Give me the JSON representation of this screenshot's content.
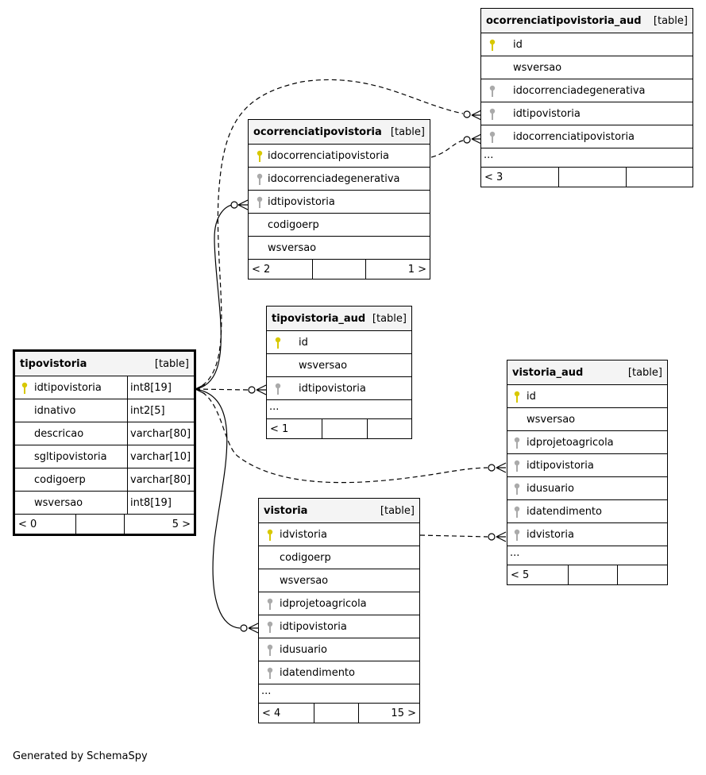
{
  "footer": "Generated by SchemaSpy",
  "tables": {
    "tipovistoria": {
      "name": "tipovistoria",
      "type": "[table]",
      "columns": [
        {
          "name": "idtipovistoria",
          "dtype": "int8[19]",
          "key": "pk"
        },
        {
          "name": "idnativo",
          "dtype": "int2[5]",
          "key": ""
        },
        {
          "name": "descricao",
          "dtype": "varchar[80]",
          "key": ""
        },
        {
          "name": "sgltipovistoria",
          "dtype": "varchar[10]",
          "key": ""
        },
        {
          "name": "codigoerp",
          "dtype": "varchar[80]",
          "key": ""
        },
        {
          "name": "wsversao",
          "dtype": "int8[19]",
          "key": ""
        }
      ],
      "footer": {
        "left": "< 0",
        "mid": "",
        "right": "5 >"
      }
    },
    "ocorrenciatipovistoria": {
      "name": "ocorrenciatipovistoria",
      "type": "[table]",
      "columns": [
        {
          "name": "idocorrenciatipovistoria",
          "key": "pk"
        },
        {
          "name": "idocorrenciadegenerativa",
          "key": "fk"
        },
        {
          "name": "idtipovistoria",
          "key": "fk"
        },
        {
          "name": "codigoerp",
          "key": ""
        },
        {
          "name": "wsversao",
          "key": ""
        }
      ],
      "footer": {
        "left": "< 2",
        "mid": "",
        "right": "1 >"
      }
    },
    "ocorrenciatipovistoria_aud": {
      "name": "ocorrenciatipovistoria_aud",
      "type": "[table]",
      "columns": [
        {
          "name": "id",
          "key": "pk"
        },
        {
          "name": "wsversao",
          "key": ""
        },
        {
          "name": "idocorrenciadegenerativa",
          "key": "fk"
        },
        {
          "name": "idtipovistoria",
          "key": "fk"
        },
        {
          "name": "idocorrenciatipovistoria",
          "key": "fk"
        }
      ],
      "more": "...",
      "footer": {
        "left": "< 3",
        "mid": "",
        "right": ""
      }
    },
    "tipovistoria_aud": {
      "name": "tipovistoria_aud",
      "type": "[table]",
      "columns": [
        {
          "name": "id",
          "key": "pk"
        },
        {
          "name": "wsversao",
          "key": ""
        },
        {
          "name": "idtipovistoria",
          "key": "fk"
        }
      ],
      "more": "...",
      "footer": {
        "left": "< 1",
        "mid": "",
        "right": ""
      }
    },
    "vistoria_aud": {
      "name": "vistoria_aud",
      "type": "[table]",
      "columns": [
        {
          "name": "id",
          "key": "pk"
        },
        {
          "name": "wsversao",
          "key": ""
        },
        {
          "name": "idprojetoagricola",
          "key": "fk"
        },
        {
          "name": "idtipovistoria",
          "key": "fk"
        },
        {
          "name": "idusuario",
          "key": "fk"
        },
        {
          "name": "idatendimento",
          "key": "fk"
        },
        {
          "name": "idvistoria",
          "key": "fk"
        }
      ],
      "more": "...",
      "footer": {
        "left": "< 5",
        "mid": "",
        "right": ""
      }
    },
    "vistoria": {
      "name": "vistoria",
      "type": "[table]",
      "columns": [
        {
          "name": "idvistoria",
          "key": "pk"
        },
        {
          "name": "codigoerp",
          "key": ""
        },
        {
          "name": "wsversao",
          "key": ""
        },
        {
          "name": "idprojetoagricola",
          "key": "fk"
        },
        {
          "name": "idtipovistoria",
          "key": "fk"
        },
        {
          "name": "idusuario",
          "key": "fk"
        },
        {
          "name": "idatendimento",
          "key": "fk"
        }
      ],
      "more": "...",
      "footer": {
        "left": "< 4",
        "mid": "",
        "right": "15 >"
      }
    }
  },
  "colors": {
    "pk_key": "#d8c800",
    "fk_key": "#aaaaaa",
    "header_bg": "#f4f4f4"
  },
  "icons": {
    "pk": "primary-key-icon",
    "fk": "foreign-key-icon"
  }
}
